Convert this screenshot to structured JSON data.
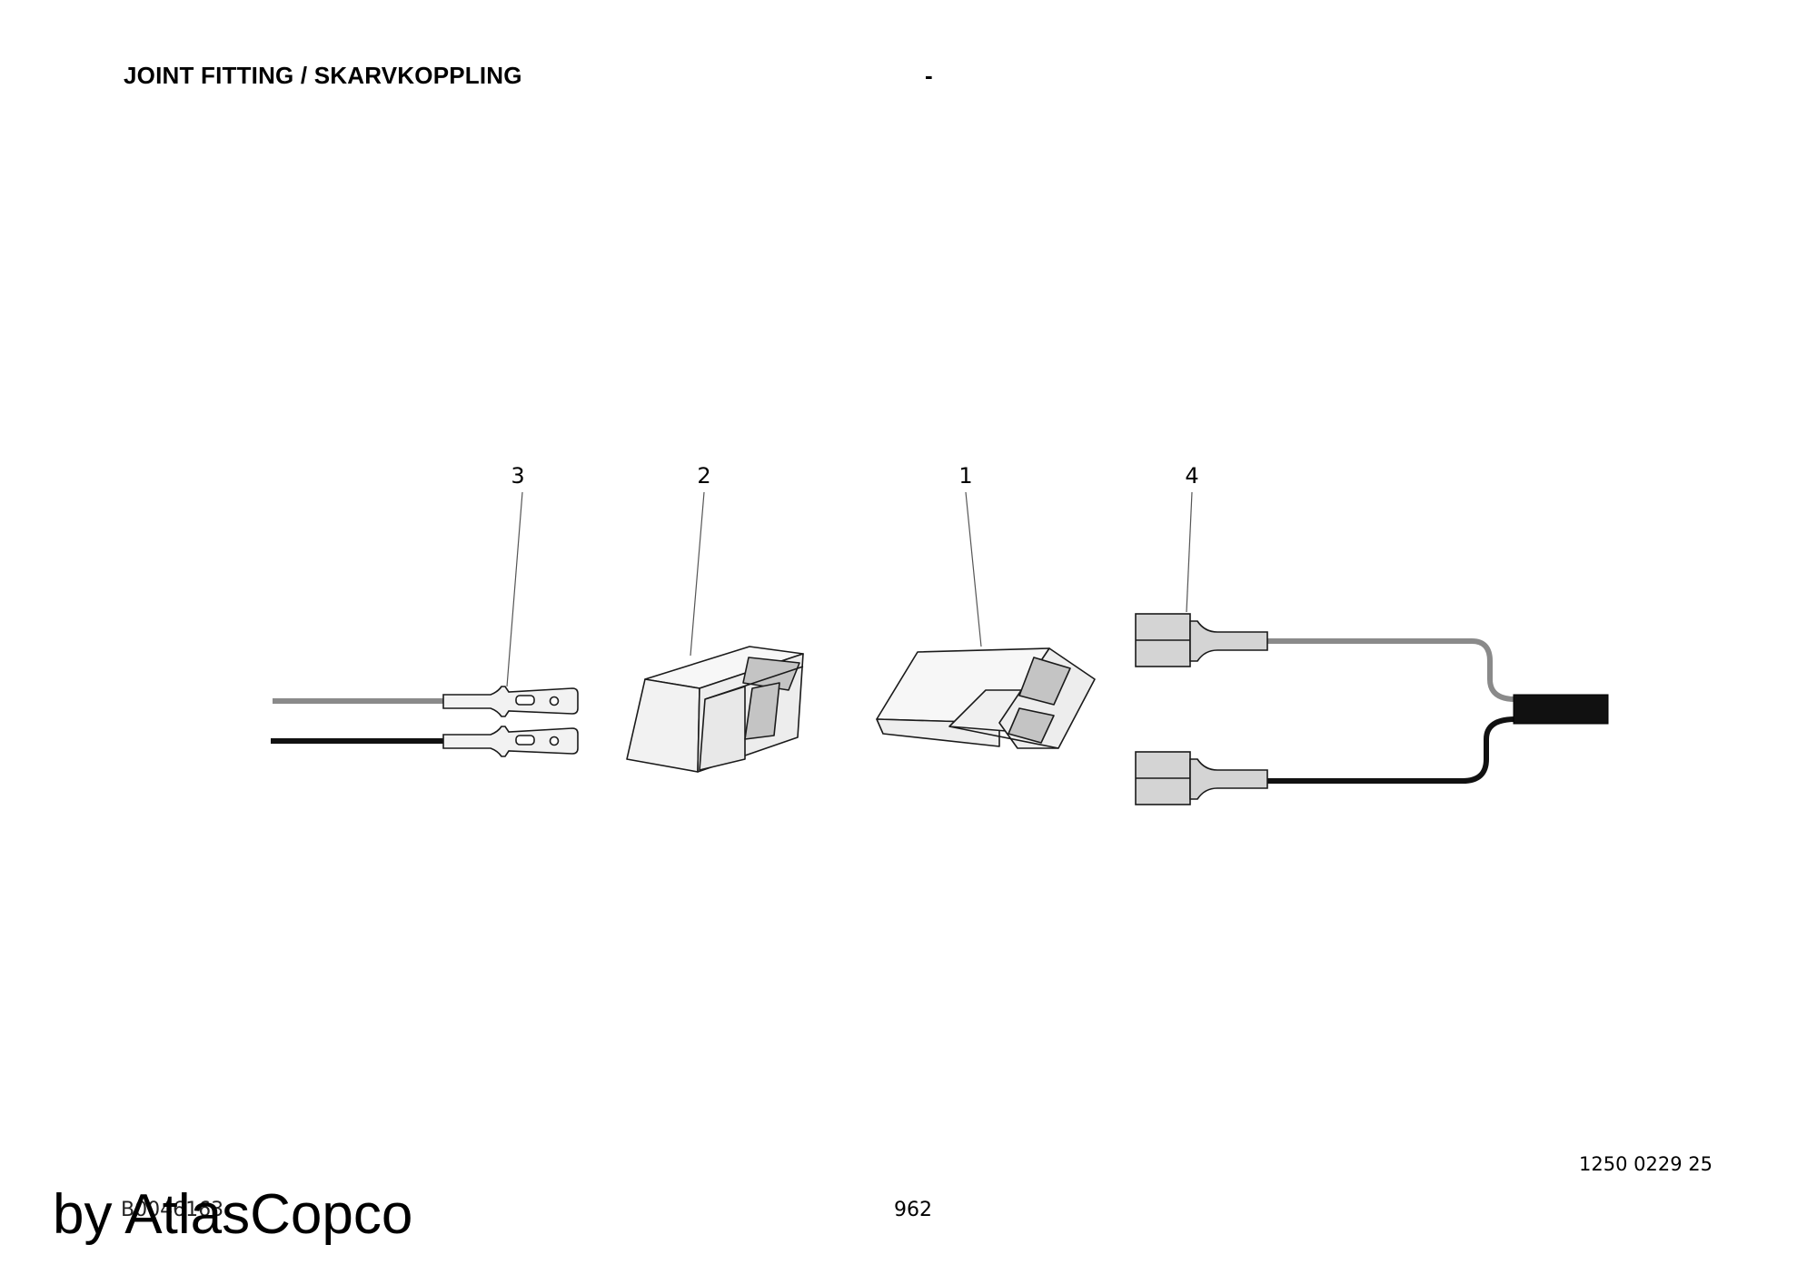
{
  "header": {
    "title": "JOINT FITTING / SKARVKOPPLING",
    "dash": "-"
  },
  "diagram": {
    "callouts": [
      {
        "number": "3",
        "part": "flat-pin-terminals"
      },
      {
        "number": "2",
        "part": "connector-housing-female"
      },
      {
        "number": "1",
        "part": "connector-housing-male"
      },
      {
        "number": "4",
        "part": "wire-harness-with-receptacles"
      }
    ],
    "colors": {
      "wire_grey": "#8a8a8a",
      "wire_black": "#111111",
      "part_fill": "#f2f2f2",
      "part_shade": "#c9c9c9",
      "outline": "#1a1a1a"
    }
  },
  "footer": {
    "part_number": "1250 0229 25",
    "doc_ref": "B0046163",
    "page_number": "962",
    "watermark": "by AtlasCopco"
  }
}
